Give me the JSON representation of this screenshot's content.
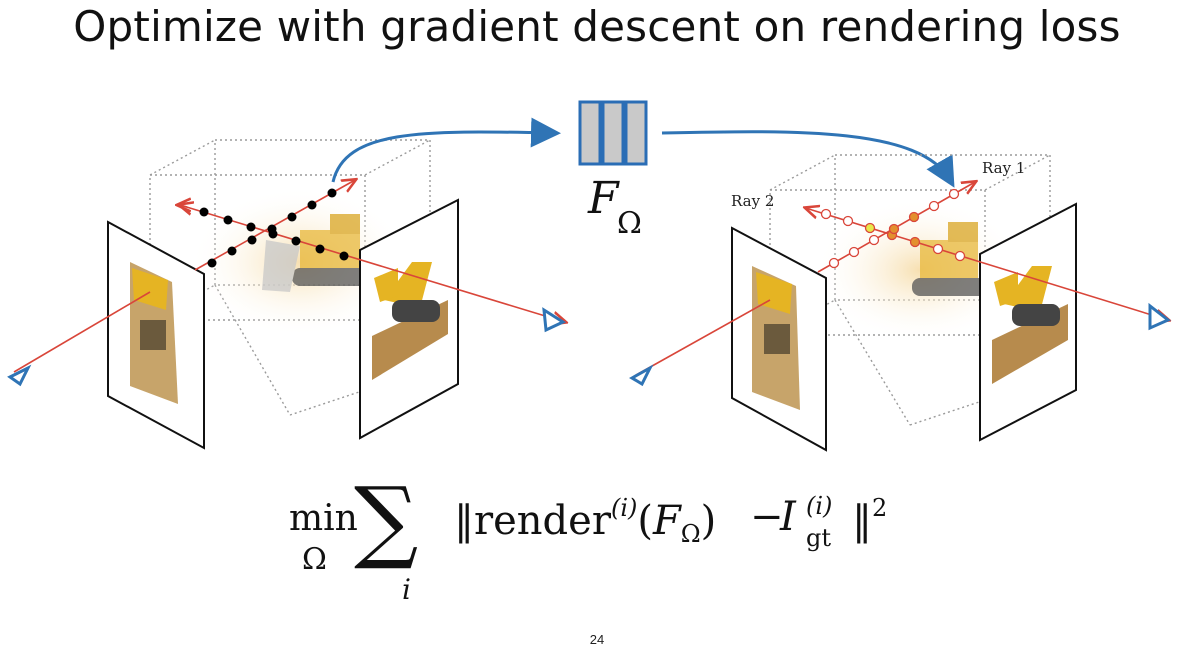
{
  "slide": {
    "title": "Optimize with gradient descent on rendering loss",
    "page_number": "24"
  },
  "network": {
    "label": "F",
    "subscript": "Ω"
  },
  "right_scene": {
    "ray1_label": "Ray 1",
    "ray2_label": "Ray 2"
  },
  "formula": {
    "min": "min",
    "min_sub": "Ω",
    "sum": "∑",
    "sum_sub": "i",
    "body_open": "‖render",
    "body_sup": "(i)",
    "body_paren_open": "(",
    "body_F": "F",
    "body_F_sub": "Ω",
    "body_paren_close": ")",
    "minus": "−",
    "I": "I",
    "gt_sup": "(i)",
    "gt_sub": "gt",
    "norm_close": "‖",
    "power": "2"
  },
  "colors": {
    "ray": "#d9463a",
    "camera_arrow": "#2f74b5",
    "network_border": "#2a6db5",
    "network_fill": "#c9c9c9",
    "sample_dot_left": "#000000",
    "sample_dot_right": "#e38f2e"
  }
}
